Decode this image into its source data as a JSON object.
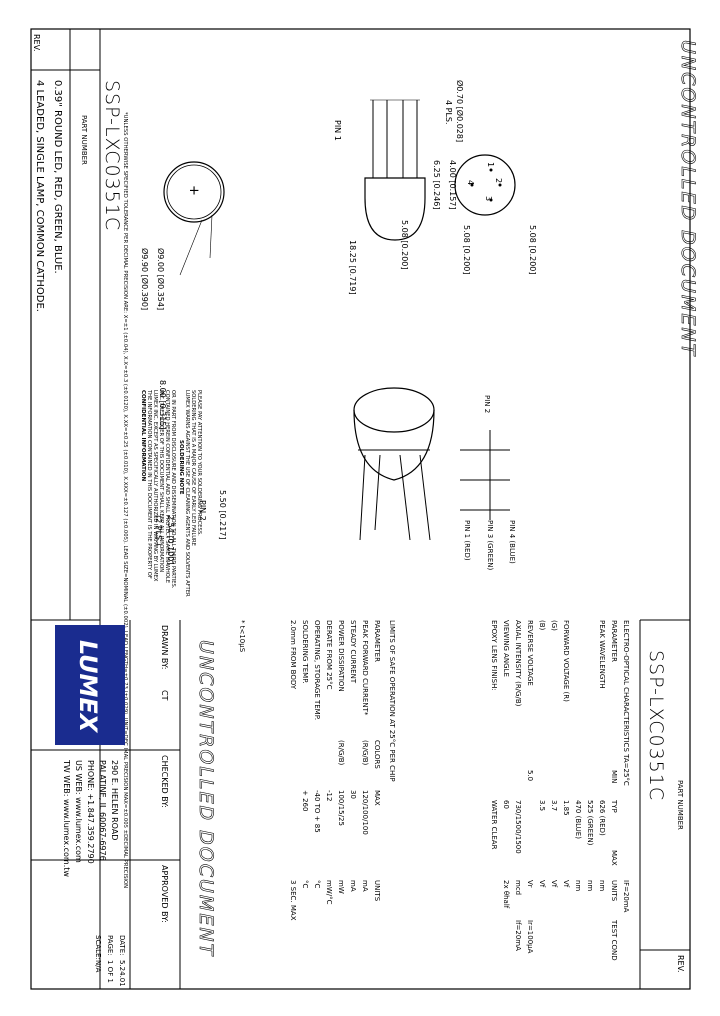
{
  "left_block": {
    "rev_label": "REV.",
    "part_number_label": "PART NUMBER",
    "part_number": "SSP-LXC0351C",
    "desc_line1": "0.39\" ROUND LED, RED, GREEN, BLUE.",
    "desc_line2": "4 LEADED, SINGLE LAMP, COMMON CATHODE."
  },
  "watermark_left": "UNCONTROLLED DOCUMENT",
  "watermark_right": "UNCONTROLLED DOCUMENT",
  "tolerance_note": "*UNLESS OTHERWISE SPECIFIED TOLERANCE PER DECIMAL PRECISION ARE: X=±1 (±0.04), X.X=±0.3 (±0.0120), X.XX=±0.25 (±0.010), X.XXX=±0.127 (±0.005). LEAD SIZE=NOMINAL (±0.002), LEAD LENGTH=±0.73 (±0.029), UNIT=DEC IMAL PRECISION MAX=±0.005 ±DECIMAL PRECISION",
  "dimensions": {
    "d_outer": "Ø9.90 [Ø0.390]",
    "d_inner": "Ø9.00 [Ø0.354]",
    "dim_625": "6.25 [0.246]",
    "dim_400": "4.00 [0.157]",
    "pin1": "PIN 1",
    "lead_dia": "Ø0.70 [Ø0.028]",
    "lead_count": "4 PLS.",
    "dim_508a": "5.08 [0.200]",
    "dim_508b": "5.08 [0.200]",
    "dim_508c": "5.08 [0.200]",
    "dim_1825": "18.25 [0.719]",
    "dim_800": "8.00 [0.315]",
    "dim_254": "2.54 [0.100]",
    "dim_254b": "(2 PLS.)",
    "pin2_label": "PIN 2",
    "dim_550": "5.50 [0.217]",
    "pin_nums": [
      "1",
      "2",
      "3",
      "4"
    ]
  },
  "schematic": {
    "pin2": "PIN 2",
    "pin1": "PIN 1 (RED)",
    "pin3": "PIN 3 (GREEN)",
    "pin4": "PIN 4 (BLUE)"
  },
  "confidential": {
    "title": "CONFIDENTIAL INFORMATION",
    "body": [
      "THE INFORMATION CONTAINED IN THIS DOCUMENT IS THE PROPERTY OF",
      "LUMEX INC. EXCEPT AS SPECIFICALLY AUTHORIZED IN WRITING BY LUMEX",
      "INC. THE HOLDER OF THIS DOCUMENT SHALL KEEP ALL INFORMATION",
      "CONTAINED HEREIN CONFIDENTIAL AND SHALL PROTECT SAME IN WHOLE",
      "OR IN PART FROM DISCLOSURE AND DISSEMINATION TO ALL THIRD PARTIES."
    ],
    "soldering_title": "SOLDERING NOTE",
    "soldering": [
      "LUMEX WARNS AGAINST THE USE OF CLEANING AGENTS AND SOLVENTS AFTER",
      "SOLDERING THAT IS A MAJOR CAUSE OF EARLY LED FAILURE",
      "PLEASE PAY ATTENTION TO YOUR SOLDERING PROCESS."
    ]
  },
  "company": {
    "logo_text": "LUMEX",
    "address": [
      "290 E. HELEN ROAD",
      "PALATINE, IL 60067-6976",
      "PHONE: +1.847.359.2790",
      "US WEB: www.lumex.com",
      "TW WEB: www.lumex.com.tw"
    ]
  },
  "title_block": {
    "drawn_by_label": "DRAWN BY:",
    "drawn_by": "CT",
    "checked_by_label": "CHECKED BY:",
    "approved_by_label": "APPROVED BY:",
    "date_label": "DATE:",
    "date": "5.24.01",
    "page_label": "PAGE:",
    "page": "1 OF 1",
    "scale_label": "SCALE:",
    "scale": "N/A"
  },
  "right_block": {
    "rev_label": "REV.",
    "part_number_label": "PART NUMBER",
    "part_number": "SSP-LXC0351C"
  },
  "electro": {
    "title": "ELECTRO-OPTICAL CHARACTERISTICS TA=25°C",
    "condition": "IF=20mA",
    "headers": [
      "PARAMETER",
      "MIN",
      "TYP",
      "MAX",
      "UNITS",
      "TEST COND"
    ],
    "rows": [
      [
        "PEAK WAVELENGTH",
        "",
        "626 (RED)",
        "",
        "nm",
        ""
      ],
      [
        "",
        "",
        "525 (GREEN)",
        "",
        "nm",
        ""
      ],
      [
        "",
        "",
        "470 (BLUE)",
        "",
        "nm",
        ""
      ],
      [
        "FORWARD VOLTAGE   (R)",
        "",
        "1.85",
        "",
        "Vf",
        ""
      ],
      [
        "                  (G)",
        "",
        "3.7",
        "",
        "Vf",
        ""
      ],
      [
        "                  (B)",
        "",
        "3.5",
        "",
        "Vf",
        ""
      ],
      [
        "REVERSE VOLTAGE",
        "5.0",
        "",
        "",
        "Vr",
        "Ir=100μA"
      ],
      [
        "AXIAL INTENSITY   (R/G/B)",
        "",
        "730/1500/1500",
        "",
        "mcd",
        "If=20mA"
      ],
      [
        "VIEWING ANGLE",
        "",
        "60",
        "",
        "2x θhalf",
        ""
      ],
      [
        "EPOXY LENS FINISH:",
        "",
        "WATER CLEAR",
        "",
        "",
        ""
      ]
    ]
  },
  "limits": {
    "title": "LIMITS OF SAFE OPERATION AT 25°C PER CHIP",
    "headers": [
      "PARAMETER",
      "COLORS",
      "MAX",
      "UNITS"
    ],
    "rows": [
      [
        "PEAK FORWARD CURRENT*",
        "(R/G/B)",
        "120/100/100",
        "mA"
      ],
      [
        "STEADY CURRENT",
        "",
        "30",
        "mA"
      ],
      [
        "POWER DISSIPATION",
        "(R/G/B)",
        "100/15/25",
        "mW"
      ],
      [
        "DERATE FROM 25°C",
        "",
        "-12",
        "mW/°C"
      ],
      [
        "OPERATING, STORAGE TEMP.",
        "",
        "-40 TO + 85",
        "°C"
      ],
      [
        "SOLDERING TEMP.",
        "",
        "+ 260",
        "°C"
      ],
      [
        "2.0mm FROM BODY",
        "",
        "",
        "3 SEC. MAX"
      ]
    ],
    "footnote": "* t<10μS"
  }
}
